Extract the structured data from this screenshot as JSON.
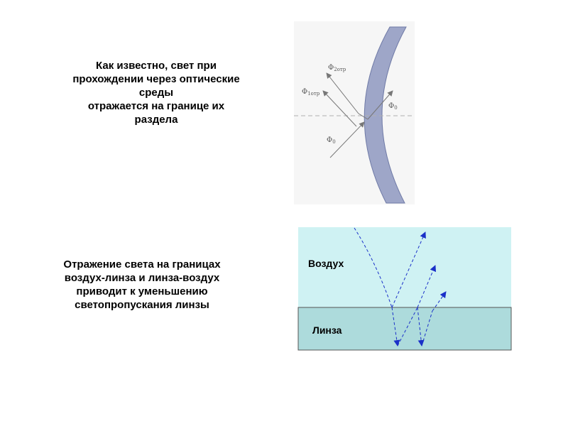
{
  "slide": {
    "paragraph1": {
      "lines": [
        "Как известно, свет при",
        "прохождении через оптические",
        "среды",
        "отражается на границе их",
        "раздела"
      ]
    },
    "paragraph2": {
      "lines": [
        "Отражение света на границах",
        "воздух-линза и линза-воздух",
        "приводит к уменьшению",
        "светопропускания линзы"
      ]
    }
  },
  "lens_diagram": {
    "labels": [
      {
        "symbol": "Φ",
        "sub": "2отр"
      },
      {
        "symbol": "Φ",
        "sub": "1отр"
      },
      {
        "symbol": "Φ",
        "sub": "0"
      },
      {
        "symbol": "Φ",
        "sub": "0"
      }
    ],
    "colors": {
      "lens_fill": "#9ea6c8",
      "lens_stroke": "#6f7aa6",
      "rays": "#777777"
    }
  },
  "interface_diagram": {
    "air_label": "Воздух",
    "lens_label": "Линза",
    "colors": {
      "air": "#cff2f3",
      "lens": "#addbdc",
      "ray": "#1a30c8",
      "border": "#555555"
    }
  }
}
